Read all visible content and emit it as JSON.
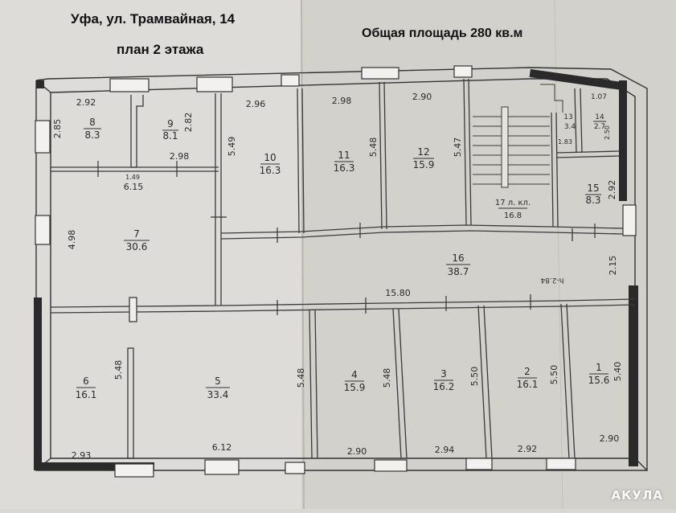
{
  "header": {
    "address": "Уфа, ул. Трамвайная, 14",
    "floor": "план 2 этажа",
    "total_area": "Общая площадь 280 кв.м"
  },
  "rooms": [
    {
      "id": "r8",
      "number": "8",
      "area": "8.3"
    },
    {
      "id": "r9",
      "number": "9",
      "area": "8.1"
    },
    {
      "id": "r10",
      "number": "10",
      "area": "16.3"
    },
    {
      "id": "r11",
      "number": "11",
      "area": "16.3"
    },
    {
      "id": "r12",
      "number": "12",
      "area": "15.9"
    },
    {
      "id": "r13",
      "number": "13",
      "area": "3.4"
    },
    {
      "id": "r14",
      "number": "14",
      "area": "2.7"
    },
    {
      "id": "r15",
      "number": "15",
      "area": "8.3"
    },
    {
      "id": "r17",
      "number": "17 л. кл.",
      "area": "16.8"
    },
    {
      "id": "r7",
      "number": "7",
      "area": "30.6"
    },
    {
      "id": "r16",
      "number": "16",
      "area": "38.7"
    },
    {
      "id": "r6",
      "number": "6",
      "area": "16.1"
    },
    {
      "id": "r5",
      "number": "5",
      "area": "33.4"
    },
    {
      "id": "r4",
      "number": "4",
      "area": "15.9"
    },
    {
      "id": "r3",
      "number": "3",
      "area": "16.2"
    },
    {
      "id": "r2",
      "number": "2",
      "area": "16.1"
    },
    {
      "id": "r1",
      "number": "1",
      "area": "15.6"
    }
  ],
  "dimensions": {
    "d292": "2.92",
    "d296": "2.96",
    "d298a": "2.98",
    "d290a": "2.90",
    "d107": "1.07",
    "d285": "2.85",
    "d282": "2.82",
    "d298b": "2.98",
    "d149": "1.49",
    "d615": "6.15",
    "d549": "5.49",
    "d548a": "5.48",
    "d547": "5.47",
    "d183": "1.83",
    "d250": "2.50",
    "d292b": "2.92",
    "d498": "4.98",
    "d215": "2.15",
    "d1580": "15.80",
    "d548b": "5.48",
    "d548c": "5.48",
    "d548d": "5.48",
    "d550a": "5.50",
    "d550b": "5.50",
    "d540": "5.40",
    "d293": "2.93",
    "d612": "6.12",
    "d290b": "2.90",
    "d294": "2.94",
    "d292c": "2.92",
    "d290c": "2.90",
    "h": "h-2.84"
  },
  "watermark": "АКУЛА"
}
